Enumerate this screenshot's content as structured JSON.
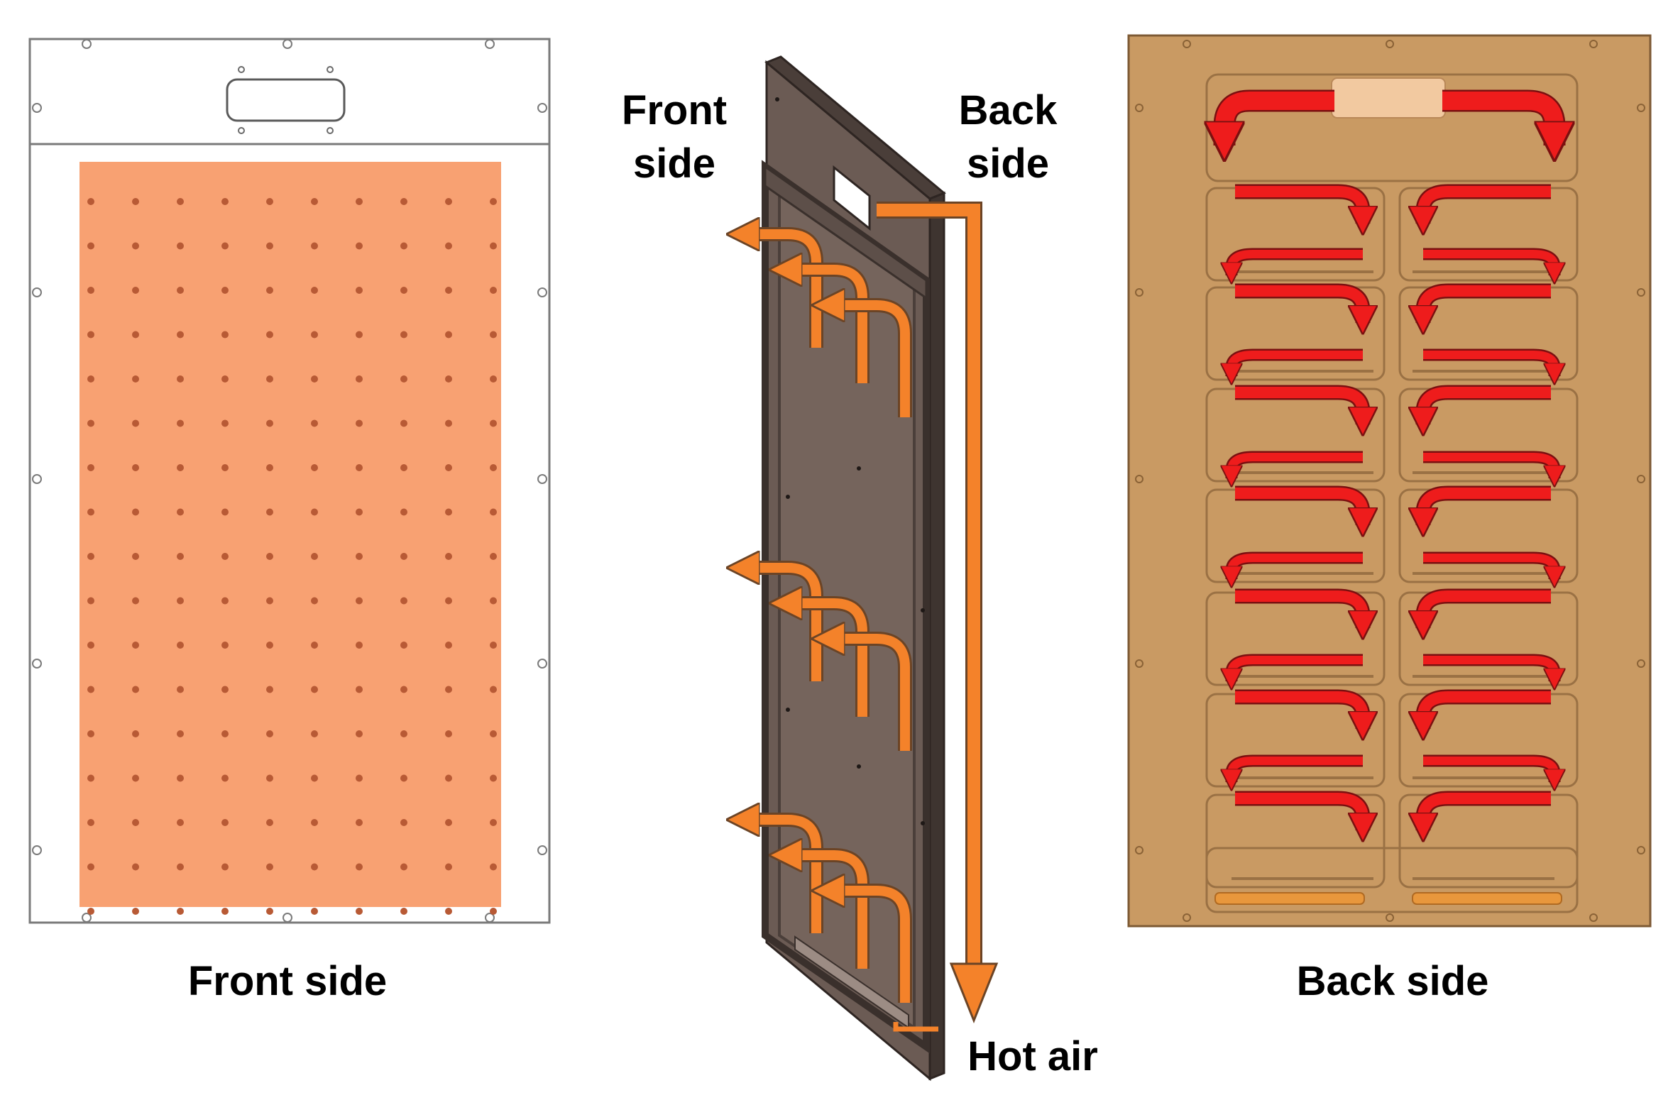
{
  "labels": {
    "front_side_caption": "Front side",
    "back_side_caption": "Back side",
    "center_front_line1": "Front",
    "center_front_line2": "side",
    "center_back_line1": "Back",
    "center_back_line2": "side",
    "hot_air": "Hot air"
  },
  "colors": {
    "front_pad": "#f8a172",
    "front_dot": "#b85a35",
    "frame_stroke": "#7a7a7a",
    "panel_dark": "#6b5b54",
    "panel_side": "#3e3430",
    "airflow_arrow": "#f4822a",
    "arrow_outline": "#6b4426",
    "back_board": "#c99a63",
    "back_channel_line": "#9a7144",
    "back_arrow": "#ee1c1c",
    "back_arrow_outline": "#7a1010",
    "back_inlet": "#f2c9a0",
    "back_bottom_strip": "#e8973c"
  }
}
